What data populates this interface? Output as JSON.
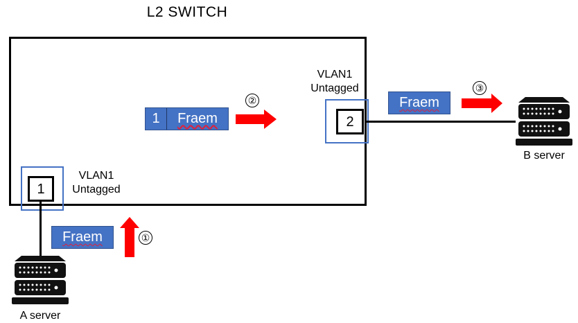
{
  "title": "L2 SWITCH",
  "colors": {
    "frame_fill": "#4472c4",
    "arrow": "#ff0000",
    "port_outline": "#4472c4"
  },
  "ports": [
    {
      "number": "1",
      "vlan": "VLAN1",
      "mode": "Untagged"
    },
    {
      "number": "2",
      "vlan": "VLAN1",
      "mode": "Untagged"
    }
  ],
  "frames": {
    "ingress": {
      "label": "Fraem"
    },
    "internal": {
      "vlan_tag": "1",
      "label": "Fraem"
    },
    "egress": {
      "label": "Fraem"
    }
  },
  "steps": [
    "①",
    "②",
    "③"
  ],
  "servers": {
    "a": "A server",
    "b": "B server"
  }
}
